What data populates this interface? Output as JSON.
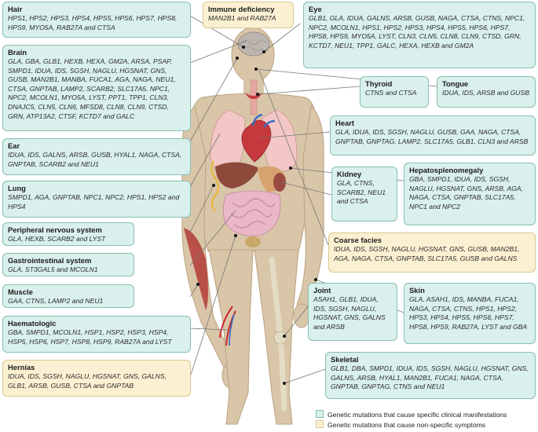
{
  "boxes": {
    "hair": {
      "title": "Hair",
      "genes": "HPS1, HPS2, HPS3, HPS4, HPS5, HPS6, HPS7, HPS8, HPS9, MYO5A, RAB27A and CTSA"
    },
    "immune": {
      "title": "Immune deficiency",
      "genes": "MAN2B1 and RAB27A"
    },
    "eye": {
      "title": "Eye",
      "genes": "GLB1, GLA, IDUA, GALNS, ARSB, GUSB, NAGA, CTSA, CTNS, NPC1, NPC2, MCOLN1, HPS1, HPS2, HPS3, HPS4, HPS5, HPS6, HPS7, HPS8, HPS9, MYO5A, LYST, CLN3, CLN5, CLN8, CLN9, CTSD, GRN, KCTD7, NEU1, TPP1, GALC, HEXA, HEXB and GM2A"
    },
    "brain": {
      "title": "Brain",
      "genes": "GLA, GBA, GLB1, HEXB, HEXA, GM2A, ARSA, PSAP, SMPD1, IDUA, IDS, SGSH, NAGLU, HGSNAT, GNS, GUSB, MAN2B1, MANBA, FUCA1, AGA, NAGA, NEU1, CTSA, GNPTAB, LAMP2, SCARB2, SLC17A5, NPC1, NPC2, MCOLN1, MYO5A, LYST, PPT1, TPP1, CLN3, DNAJC5, CLN5, CLN6, MFSD8, CLN8, CLN9, CTSD, GRN, ATP13A2, CTSF, KCTD7 and GALC"
    },
    "thyroid": {
      "title": "Thyroid",
      "genes": "CTNS and CTSA"
    },
    "tongue": {
      "title": "Tongue",
      "genes": "IDUA, IDS, ARSB and GUSB"
    },
    "heart": {
      "title": "Heart",
      "genes": "GLA, IDUA, IDS, SGSH, NAGLU, GUSB, GAA, NAGA, CTSA, GNPTAB, GNPTAG, LAMP2, SLC17A5, GLB1, CLN3 and ARSB"
    },
    "ear": {
      "title": "Ear",
      "genes": "IDUA, IDS, GALNS, ARSB, GUSB, HYAL1, NAGA, CTSA, GNPTAB, SCARB2 and NEU1"
    },
    "lung": {
      "title": "Lung",
      "genes": "SMPD1, AGA, GNPTAB, NPC1, NPC2, HPS1, HPS2 and HPS4"
    },
    "kidney": {
      "title": "Kidney",
      "genes": "GLA, CTNS, SCARB2, NEU1 and CTSA"
    },
    "hepato": {
      "title": "Hepatosplenomegaly",
      "genes": "GBA, SMPD1, IDUA, IDS, SGSH, NAGLU, HGSNAT, GNS, ARSB, AGA, NAGA, CTSA, GNPTAB, SLC17A5, NPC1 and NPC2"
    },
    "pns": {
      "title": "Peripheral nervous system",
      "genes": "GLA, HEXB, SCARB2 and LYST"
    },
    "coarse": {
      "title": "Coarse facies",
      "genes": "IDUA, IDS, SGSH, NAGLU, HGSNAT, GNS, GUSB, MAN2B1, AGA, NAGA, CTSA, GNPTAB, SLC17A5, GUSB and GALNS"
    },
    "gi": {
      "title": "Gastrointestinal system",
      "genes": "GLA, ST3GAL5 and MCOLN1"
    },
    "joint": {
      "title": "Joint",
      "genes": "ASAH1, GLB1, IDUA, IDS, SGSH, NAGLU, HGSNAT, GNS, GALNS and ARSB"
    },
    "skin": {
      "title": "Skin",
      "genes": "GLA, ASAH1, IDS, MANBA, FUCA1, NAGA, CTSA, CTNS, HPS1, HPS2, HPS3, HPS4, HPS5, HPS6, HPS7, HPS8, HPS9, RAB27A, LYST and GBA"
    },
    "muscle": {
      "title": "Muscle",
      "genes": "GAA, CTNS, LAMP2 and NEU1"
    },
    "haem": {
      "title": "Haematologic",
      "genes": "GBA, SMPD1, MCOLN1, HSP1, HSP2, HSP3, HSP4, HSP5, HSP6, HSP7, HSP8, HSP9, RAB27A and LYST"
    },
    "skeletal": {
      "title": "Skeletal",
      "genes": "GLB1, DBA, SMPD1, IDUA, IDS, SGSH, NAGLU, HGSNAT, GNS, GALNS, ARSB, HYAL1, MAN2B1, FUCA1, NAGA, CTSA, GNPTAB, GNPTAG, CTNS and NEU1"
    },
    "hernias": {
      "title": "Hernias",
      "genes": "IDUA, IDS, SGSH, NAGLU, HGSNAT, GNS, GALNS, GLB1, ARSB, GUSB, CTSA and GNPTAB"
    }
  },
  "legend": {
    "specific": "Genetic mutations that cause specific clinical manifestations",
    "nonspecific": "Genetic mutations that cause non-specific symptoms"
  },
  "colors": {
    "specific_fill": "#daf0ec",
    "nonspecific_fill": "#fbf1d2",
    "skin": "#d9c5a8"
  }
}
